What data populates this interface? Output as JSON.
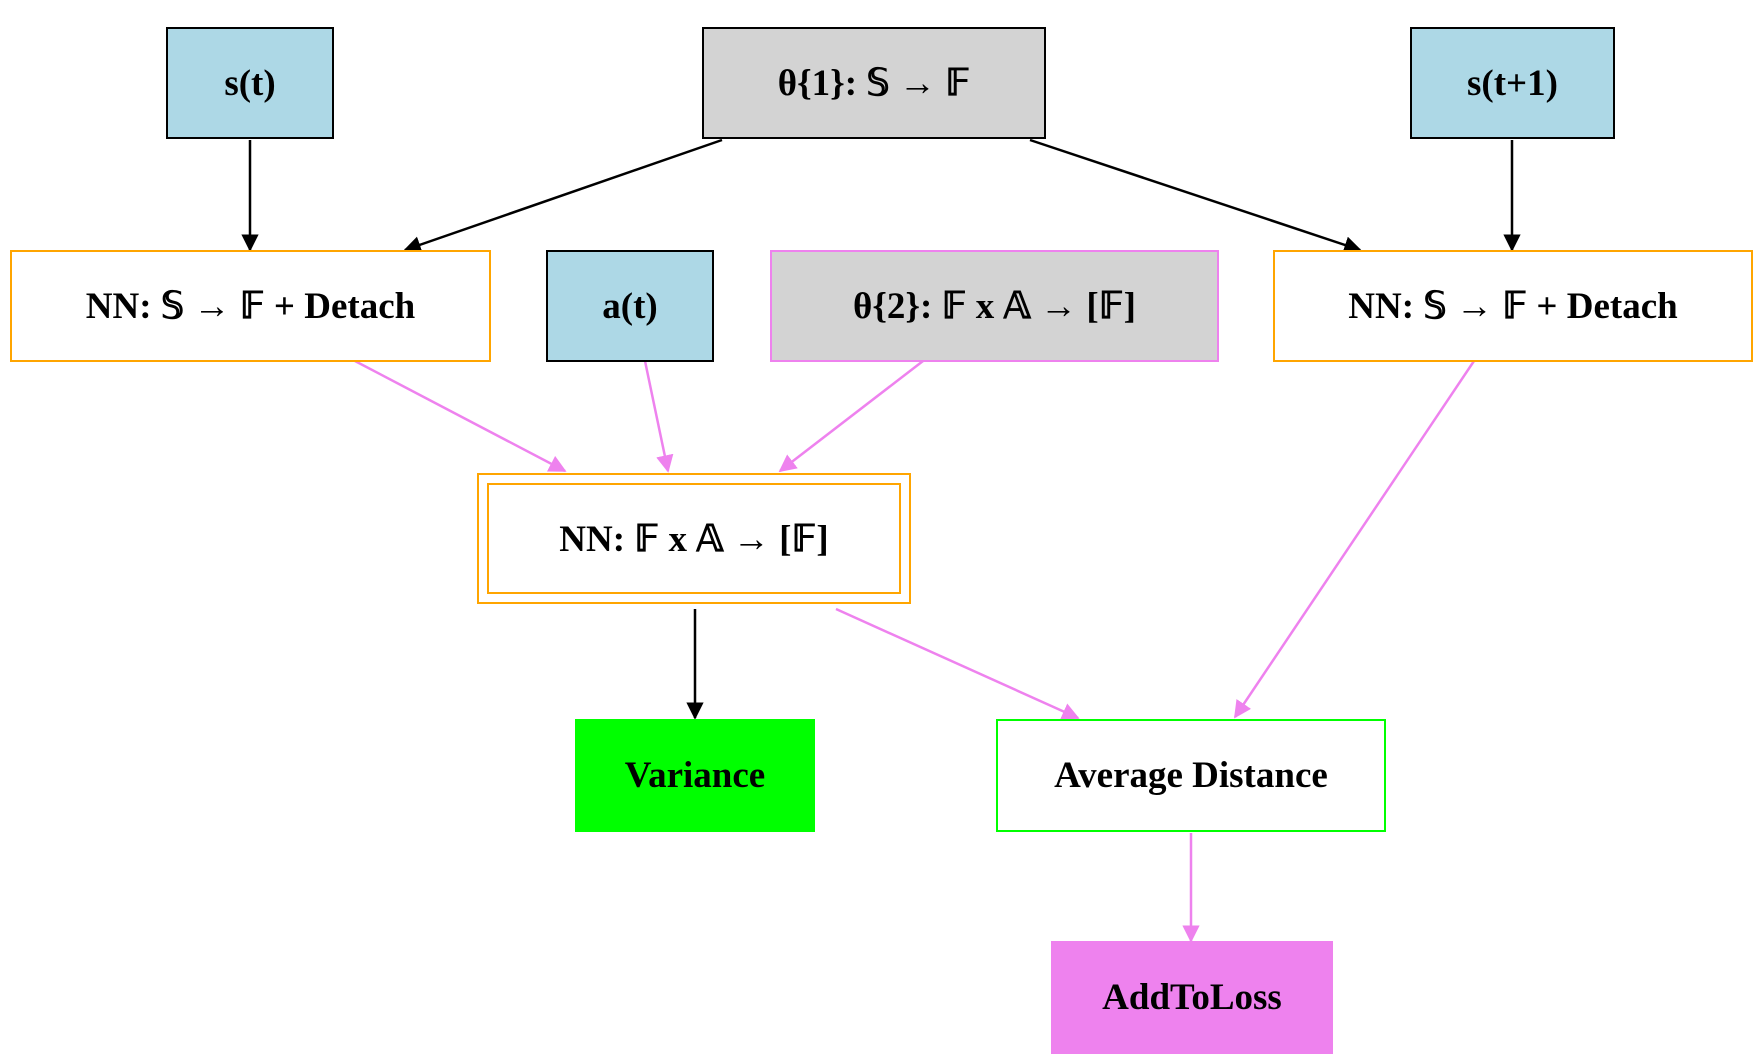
{
  "nodes": {
    "s_t": {
      "label": "s(t)"
    },
    "theta1": {
      "label": "θ{1}: 𝕊 → 𝔽"
    },
    "s_t1": {
      "label": "s(t+1)"
    },
    "encoder_left": {
      "label": "NN: 𝕊 → 𝔽 + Detach"
    },
    "a_t": {
      "label": "a(t)"
    },
    "theta2": {
      "label": "θ{2}: 𝔽 x 𝔸 → [𝔽]"
    },
    "encoder_right": {
      "label": "NN: 𝕊 → 𝔽 + Detach"
    },
    "transition": {
      "label": "NN: 𝔽 x 𝔸 → [𝔽]"
    },
    "variance": {
      "label": "Variance"
    },
    "average_distance": {
      "label": "Average Distance"
    },
    "add_to_loss": {
      "label": "AddToLoss"
    }
  },
  "edges": [
    {
      "from": "s_t",
      "to": "encoder_left",
      "color": "#000000"
    },
    {
      "from": "theta1",
      "to": "encoder_left",
      "color": "#000000"
    },
    {
      "from": "theta1",
      "to": "encoder_right",
      "color": "#000000"
    },
    {
      "from": "s_t1",
      "to": "encoder_right",
      "color": "#000000"
    },
    {
      "from": "encoder_left",
      "to": "transition",
      "color": "#ee82ee"
    },
    {
      "from": "a_t",
      "to": "transition",
      "color": "#ee82ee"
    },
    {
      "from": "theta2",
      "to": "transition",
      "color": "#ee82ee"
    },
    {
      "from": "encoder_right",
      "to": "average_distance",
      "color": "#ee82ee"
    },
    {
      "from": "transition",
      "to": "variance",
      "color": "#000000"
    },
    {
      "from": "transition",
      "to": "average_distance",
      "color": "#ee82ee"
    },
    {
      "from": "average_distance",
      "to": "add_to_loss",
      "color": "#ee82ee"
    }
  ],
  "colors": {
    "input_fill": "#add8e6",
    "param_fill": "#d3d3d3",
    "nn_border": "#ffa500",
    "metric_green": "#00ff00",
    "loss_violet": "#ee82ee"
  }
}
